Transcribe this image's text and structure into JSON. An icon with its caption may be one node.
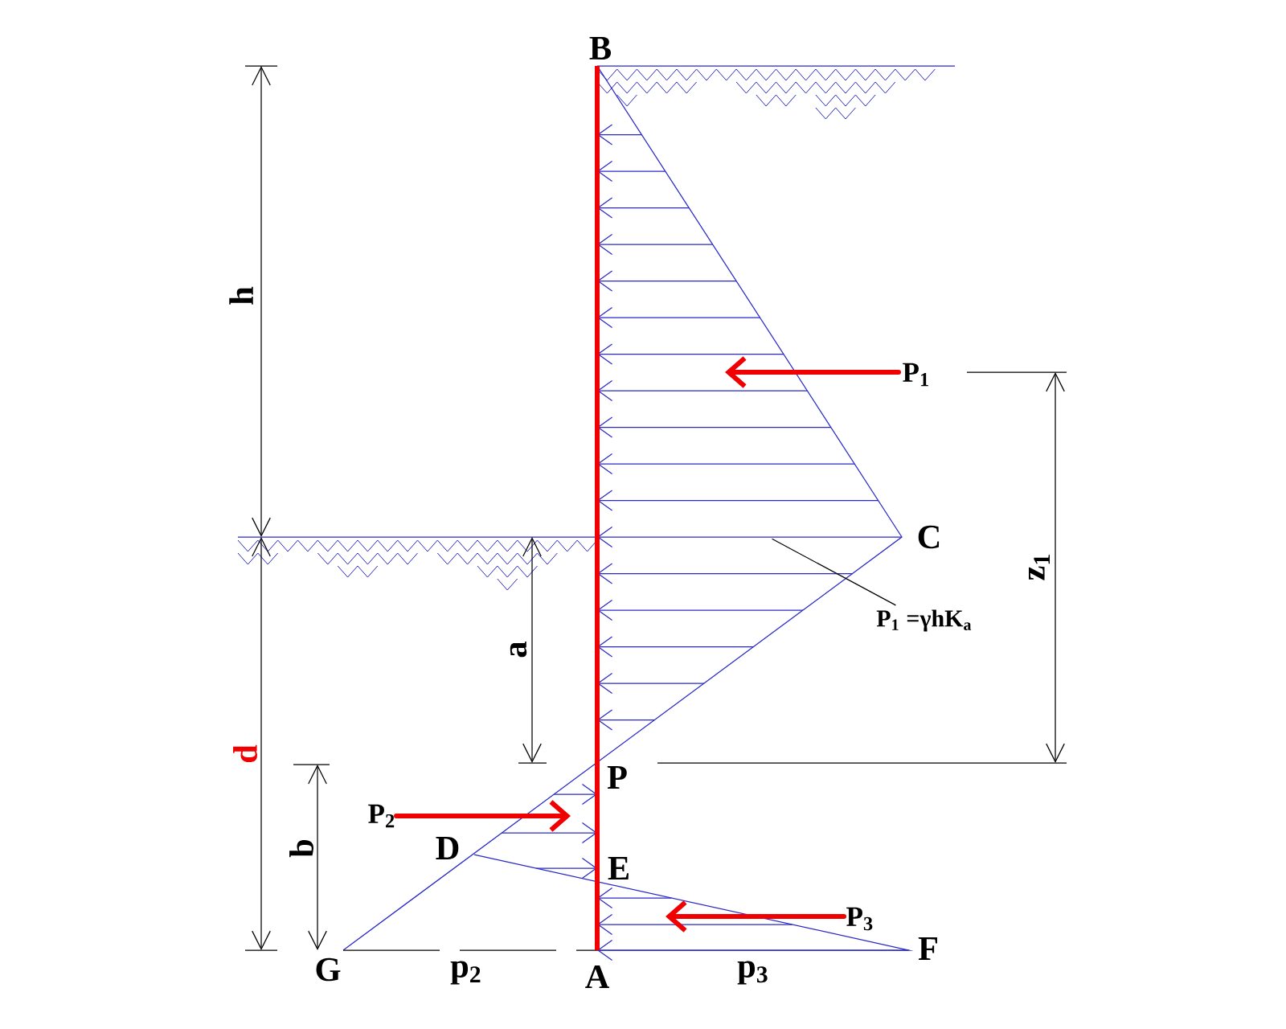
{
  "diagram": {
    "nodes": [
      {
        "text": [
          "P$_{1}$ =γhK$_{a}$"
        ]
      },
      {
        "text": [],
        "shape": "picture"
      }
    ],
    "edges": [
      {
        "from": 0,
        "to": 1,
        "arrow": "none"
      }
    ],
    "labels": [
      "B",
      "h",
      "P$_{1}$",
      "C",
      "z$_{1}$",
      "a",
      "d",
      "P",
      "P$_{2}$",
      "D",
      "E",
      "b",
      "P$_{3}$",
      "F",
      "G",
      "p$_{2}$",
      "A",
      "p$_{3}$"
    ]
  }
}
